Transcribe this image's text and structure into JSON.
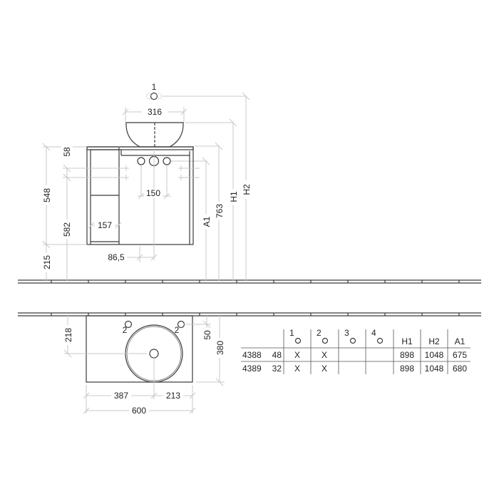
{
  "front_view": {
    "tap_label": "1",
    "bowl_width": "316",
    "top_offset": "58",
    "cabinet_height": "548",
    "drawer_height": "582",
    "floor_offset": "215",
    "shelf_width": "157",
    "drain_offset": "86,5",
    "tap_spacing": "150",
    "a1_label": "A1",
    "height_763": "763",
    "h1_label": "H1",
    "h2_label": "H2"
  },
  "top_view": {
    "tap_left_label": "2",
    "tap_right_label": "2",
    "depth_218": "218",
    "depth_50": "50",
    "depth_380": "380",
    "left_387": "387",
    "right_213": "213",
    "total_600": "600"
  },
  "table": {
    "headers": [
      "",
      "1",
      "2",
      "3",
      "4",
      "H1",
      "H2",
      "A1"
    ],
    "rows": [
      {
        "code": "4388",
        "sub": "48",
        "c1": "X",
        "c2": "X",
        "c3": "",
        "c4": "",
        "h1": "898",
        "h2": "1048",
        "a1": "675"
      },
      {
        "code": "4389",
        "sub": "32",
        "c1": "X",
        "c2": "X",
        "c3": "",
        "c4": "",
        "h1": "898",
        "h2": "1048",
        "a1": "680"
      }
    ]
  }
}
